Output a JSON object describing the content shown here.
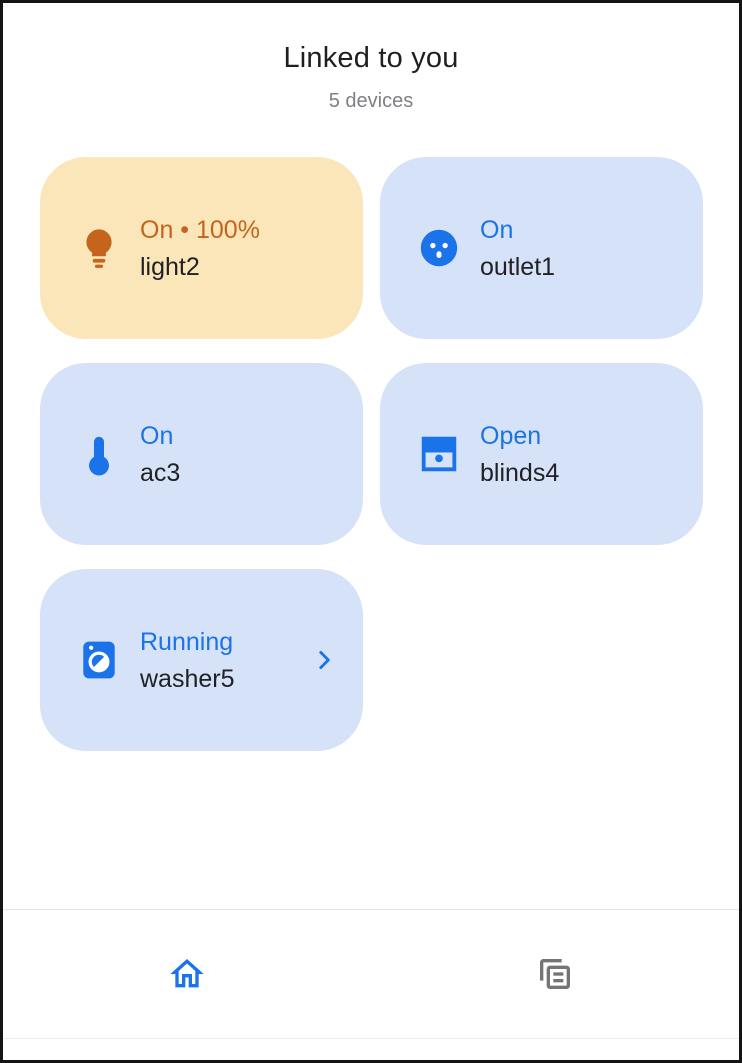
{
  "header": {
    "title": "Linked to you",
    "subtitle": "5 devices"
  },
  "devices": [
    {
      "name": "light2",
      "status": "On • 100%",
      "icon": "lightbulb-icon",
      "theme": "amber",
      "has_chevron": false
    },
    {
      "name": "outlet1",
      "status": "On",
      "icon": "outlet-icon",
      "theme": "blue",
      "has_chevron": false
    },
    {
      "name": "ac3",
      "status": "On",
      "icon": "thermostat-icon",
      "theme": "blue",
      "has_chevron": false
    },
    {
      "name": "blinds4",
      "status": "Open",
      "icon": "blinds-icon",
      "theme": "blue",
      "has_chevron": false
    },
    {
      "name": "washer5",
      "status": "Running",
      "icon": "washer-icon",
      "theme": "blue",
      "has_chevron": true,
      "trailing_icon": "chevron-right-icon"
    }
  ],
  "bottom_nav": {
    "items": [
      {
        "name": "home",
        "icon": "home-icon",
        "active": true
      },
      {
        "name": "activity-feed",
        "icon": "feed-icon",
        "active": false
      }
    ]
  },
  "colors": {
    "amber_card_bg": "#FAE6B8",
    "amber_accent": "#C5641C",
    "blue_card_bg": "#D6E2F8",
    "blue_accent": "#1A73E8",
    "device_name_text": "#202124",
    "subtitle_text": "#7E8084",
    "inactive_nav_icon": "#757575"
  }
}
